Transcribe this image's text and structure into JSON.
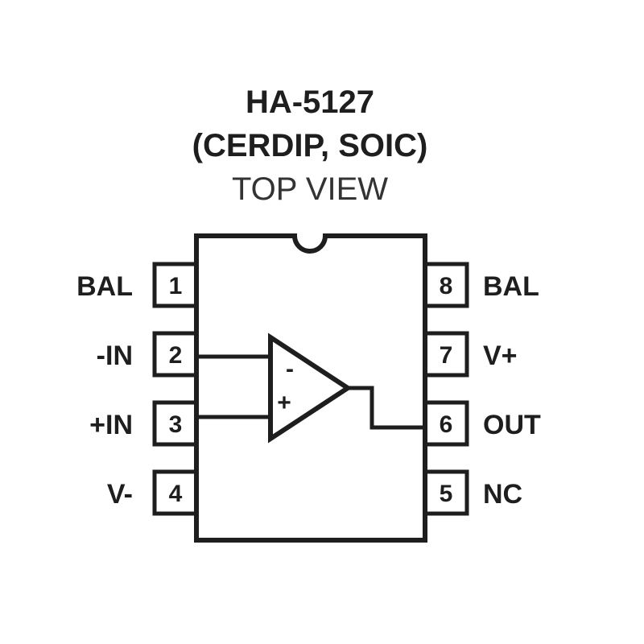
{
  "header": {
    "part_number": "HA-5127",
    "packages": "(CERDIP, SOIC)",
    "view": "TOP VIEW"
  },
  "pins": [
    {
      "number": "1",
      "label": "BAL"
    },
    {
      "number": "2",
      "label": "-IN"
    },
    {
      "number": "3",
      "label": "+IN"
    },
    {
      "number": "4",
      "label": "V-"
    },
    {
      "number": "5",
      "label": "NC"
    },
    {
      "number": "6",
      "label": "OUT"
    },
    {
      "number": "7",
      "label": "V+"
    },
    {
      "number": "8",
      "label": "BAL"
    }
  ],
  "opamp": {
    "inverting_sign": "-",
    "noninverting_sign": "+"
  },
  "colors": {
    "line": "#1e1e1e",
    "background": "#ffffff"
  }
}
